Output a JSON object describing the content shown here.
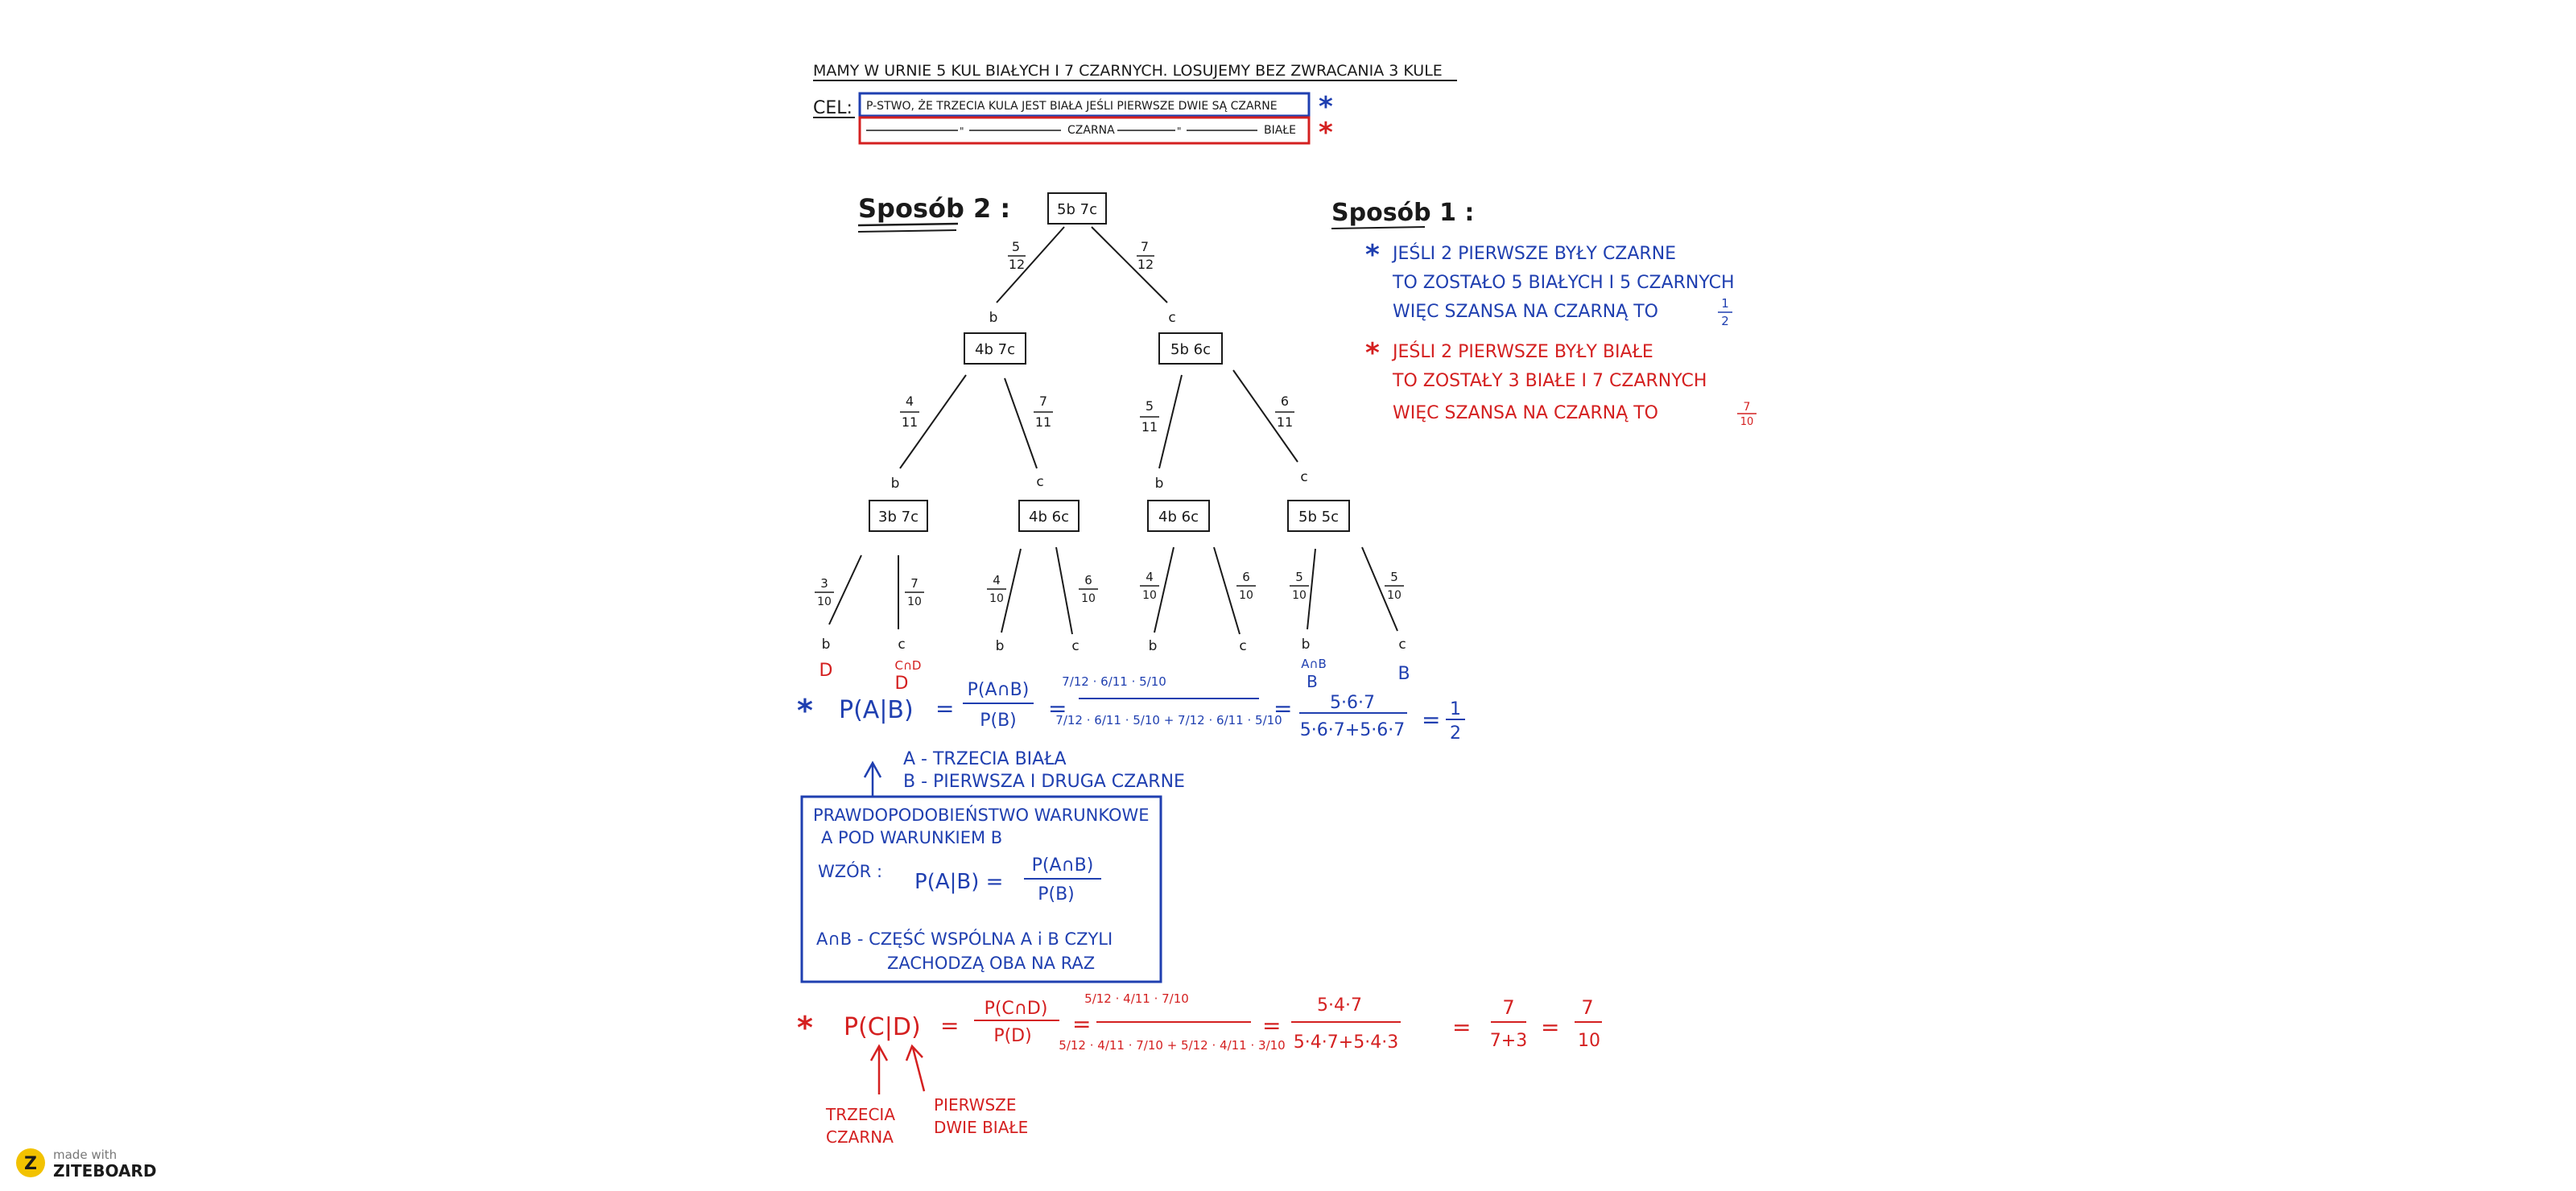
{
  "header": {
    "problem": "MAMY W URNIE 5 KUL BIAŁYCH I 7 CZARNYCH. LOSUJEMY BEZ ZWRACANIA 3 KULE",
    "goal_label": "CEL:",
    "goal_blue": "P-STWO, ŻE TRZECIA KULA JEST BIAŁA JEŚLI PIERWSZE DWIE SĄ CZARNE",
    "goal_red": [
      "-----\"-----",
      "CZARNA",
      "-----\"-----",
      "BIAŁE"
    ],
    "star": "*"
  },
  "method2": {
    "title": "Sposób 2 :",
    "root": "5b 7c",
    "level1": [
      {
        "prob_num": "5",
        "prob_den": "12",
        "label": "b",
        "node": "4b 7c"
      },
      {
        "prob_num": "7",
        "prob_den": "12",
        "label": "c",
        "node": "5b 6c"
      }
    ],
    "level2": [
      {
        "prob_num": "4",
        "prob_den": "11",
        "label": "b",
        "node": "3b 7c"
      },
      {
        "prob_num": "7",
        "prob_den": "11",
        "label": "c",
        "node": "4b 6c"
      },
      {
        "prob_num": "5",
        "prob_den": "11",
        "label": "b",
        "node": "4b 6c"
      },
      {
        "prob_num": "6",
        "prob_den": "11",
        "label": "c",
        "node": "5b 5c"
      }
    ],
    "level3": [
      {
        "prob_num": "3",
        "prob_den": "10",
        "label": "b"
      },
      {
        "prob_num": "7",
        "prob_den": "10",
        "label": "c"
      },
      {
        "prob_num": "4",
        "prob_den": "10",
        "label": "b"
      },
      {
        "prob_num": "6",
        "prob_den": "10",
        "label": "c"
      },
      {
        "prob_num": "4",
        "prob_den": "10",
        "label": "b"
      },
      {
        "prob_num": "6",
        "prob_den": "10",
        "label": "c"
      },
      {
        "prob_num": "5",
        "prob_den": "10",
        "label": "b"
      },
      {
        "prob_num": "5",
        "prob_den": "10",
        "label": "c"
      }
    ],
    "leaf_marks": {
      "red1": "D",
      "red2a": "C∩D",
      "red2b": "D",
      "blue1a": "A∩B",
      "blue1b": "B",
      "blue2": "B"
    }
  },
  "method1": {
    "title": "Sposób 1 :",
    "blue_lines": [
      "JEŚLI 2 PIERWSZE BYŁY CZARNE",
      "TO ZOSTAŁO 5 BIAŁYCH I 5 CZARNYCH",
      "WIĘC SZANSA NA CZARNĄ TO"
    ],
    "blue_frac": {
      "num": "1",
      "den": "2"
    },
    "red_lines": [
      "JEŚLI 2 PIERWSZE BYŁY BIAŁE",
      "TO ZOSTAŁY 3 BIAŁE I 7 CZARNYCH",
      "WIĘC SZANSA NA CZARNĄ TO"
    ],
    "red_frac": {
      "num": "7",
      "den": "10"
    }
  },
  "formula_blue": {
    "lhs": "P(A|B)",
    "eq": "=",
    "def_num": "P(A∩B)",
    "def_den": "P(B)",
    "big_num": "7/12 · 6/11 · 5/10",
    "big_den": "7/12 · 6/11 · 5/10 + 7/12 · 6/11 · 5/10",
    "mid_num": "5·6·7",
    "mid_den": "5·6·7+5·6·7",
    "res_num": "1",
    "res_den": "2"
  },
  "legend": {
    "a": "A - TRZECIA BIAŁA",
    "b": "B - PIERWSZA I DRUGA CZARNE"
  },
  "definition_box": {
    "line1": "PRAWDOPODOBIEŃSTWO WARUNKOWE",
    "line2": "A POD WARUNKIEM B",
    "formula_label": "WZÓR :",
    "f_lhs": "P(A|B) =",
    "f_num": "P(A∩B)",
    "f_den": "P(B)",
    "line3": "A∩B - CZĘŚĆ WSPÓLNA A i B CZYLI",
    "line4": "ZACHODZĄ OBA NA RAZ"
  },
  "formula_red": {
    "lhs": "P(C|D)",
    "eq": "=",
    "def_num": "P(C∩D)",
    "def_den": "P(D)",
    "big_num": "5/12 · 4/11 · 7/10",
    "big_den": "5/12 · 4/11 · 7/10 + 5/12 · 4/11 · 3/10",
    "mid_num": "5·4·7",
    "mid_den": "5·4·7+5·4·3",
    "s_num": "7",
    "s_den": "7+3",
    "res_num": "7",
    "res_den": "10",
    "note_c1": "TRZECIA",
    "note_c2": "CZARNA",
    "note_d1": "PIERWSZE",
    "note_d2": "DWIE BIAŁE"
  },
  "watermark": {
    "line1": "made with",
    "line2": "ZITEBOARD",
    "mark": "Z"
  },
  "colors": {
    "ink": "#1a1a1a",
    "blue": "#1f3fb0",
    "red": "#d42020"
  }
}
